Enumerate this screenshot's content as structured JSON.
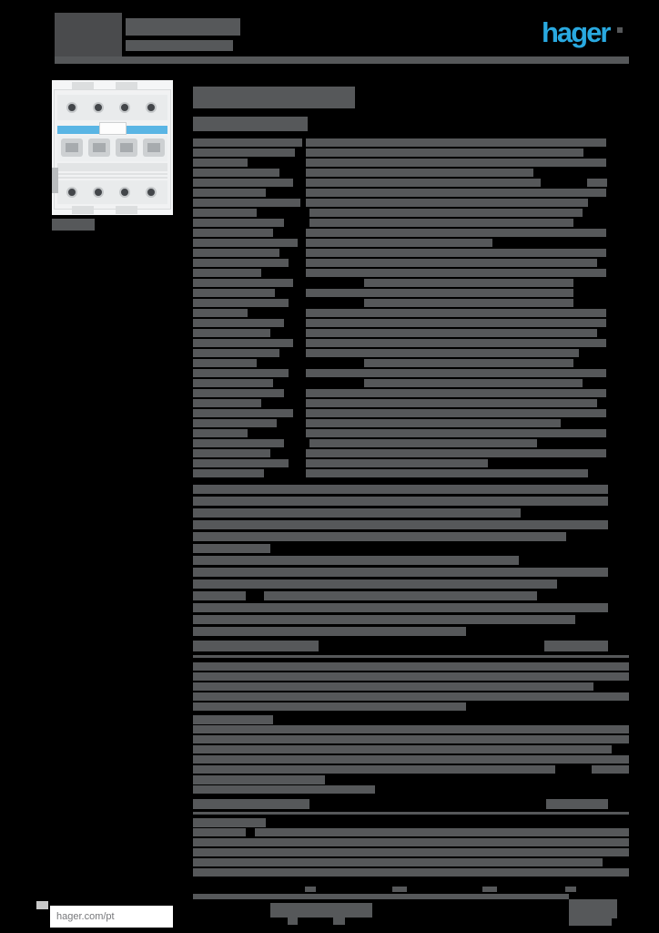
{
  "header": {
    "logo_text": "hager",
    "logo_color": "#29a9e0"
  },
  "footer": {
    "website": "hager.com/pt"
  },
  "palette": {
    "page_bg": "#000000",
    "redaction_gray": "#56585a",
    "redaction_dark": "#4a4b4d",
    "light_gray": "#c9c9c9",
    "white": "#ffffff",
    "shades": [
      "#56585a",
      "#4a4b4d",
      "#c9c9c9",
      "#ffffff"
    ]
  },
  "product_photo": {
    "description": "4-pole modular circuit breaker, white body, blue band, gray terminals"
  },
  "redactions": {
    "bars": [
      [
        60,
        14,
        74,
        50,
        1,
        "header-doc-block"
      ],
      [
        138,
        20,
        126,
        19,
        0,
        "header-title-bar"
      ],
      [
        138,
        44,
        118,
        12,
        0,
        "header-subtitle-bar"
      ],
      [
        60,
        62,
        631,
        8,
        0,
        "header-rule"
      ],
      [
        678,
        30,
        6,
        6,
        0
      ],
      [
        212,
        95,
        178,
        24,
        0,
        "page-title-bar"
      ],
      [
        212,
        128,
        126,
        16,
        0,
        "page-subtitle-bar"
      ],
      [
        57,
        240,
        47,
        13,
        0,
        "product-caption-bar"
      ],
      [
        212,
        152,
        120,
        9,
        0
      ],
      [
        336,
        152,
        330,
        9,
        0
      ],
      [
        212,
        163,
        112,
        9,
        0
      ],
      [
        336,
        163,
        305,
        9,
        0
      ],
      [
        212,
        174,
        60,
        9,
        0
      ],
      [
        336,
        174,
        330,
        9,
        0
      ],
      [
        212,
        185,
        95,
        9,
        0
      ],
      [
        336,
        185,
        250,
        9,
        0
      ],
      [
        212,
        196,
        110,
        9,
        0
      ],
      [
        336,
        196,
        258,
        9,
        0
      ],
      [
        645,
        196,
        22,
        9,
        0
      ],
      [
        212,
        207,
        80,
        9,
        0
      ],
      [
        336,
        207,
        330,
        9,
        0
      ],
      [
        212,
        218,
        118,
        9,
        0
      ],
      [
        336,
        218,
        310,
        9,
        0
      ],
      [
        212,
        229,
        70,
        9,
        0
      ],
      [
        340,
        229,
        300,
        9,
        0
      ],
      [
        212,
        240,
        100,
        9,
        0
      ],
      [
        340,
        240,
        290,
        9,
        0
      ],
      [
        212,
        251,
        88,
        9,
        0
      ],
      [
        336,
        251,
        330,
        9,
        0
      ],
      [
        212,
        262,
        115,
        9,
        0
      ],
      [
        336,
        262,
        205,
        9,
        0
      ],
      [
        212,
        273,
        95,
        9,
        0
      ],
      [
        336,
        273,
        330,
        9,
        0
      ],
      [
        212,
        284,
        105,
        9,
        0
      ],
      [
        336,
        284,
        320,
        9,
        0
      ],
      [
        212,
        295,
        75,
        9,
        0
      ],
      [
        336,
        295,
        330,
        9,
        0
      ],
      [
        212,
        306,
        110,
        9,
        0
      ],
      [
        400,
        306,
        230,
        9,
        0
      ],
      [
        212,
        317,
        90,
        9,
        0
      ],
      [
        336,
        317,
        294,
        9,
        0
      ],
      [
        212,
        328,
        105,
        9,
        0
      ],
      [
        400,
        328,
        230,
        9,
        0
      ],
      [
        212,
        339,
        60,
        9,
        0
      ],
      [
        336,
        339,
        330,
        9,
        0
      ],
      [
        212,
        350,
        100,
        9,
        0
      ],
      [
        336,
        350,
        330,
        9,
        0
      ],
      [
        212,
        361,
        85,
        9,
        0
      ],
      [
        336,
        361,
        320,
        9,
        0
      ],
      [
        212,
        372,
        110,
        9,
        0
      ],
      [
        336,
        372,
        330,
        9,
        0
      ],
      [
        212,
        383,
        95,
        9,
        0
      ],
      [
        336,
        383,
        300,
        9,
        0
      ],
      [
        212,
        394,
        70,
        9,
        0
      ],
      [
        400,
        394,
        230,
        9,
        0
      ],
      [
        212,
        405,
        105,
        9,
        0
      ],
      [
        336,
        405,
        330,
        9,
        0
      ],
      [
        212,
        416,
        88,
        9,
        0
      ],
      [
        400,
        416,
        240,
        9,
        0
      ],
      [
        212,
        427,
        100,
        9,
        0
      ],
      [
        336,
        427,
        330,
        9,
        0
      ],
      [
        212,
        438,
        75,
        9,
        0
      ],
      [
        336,
        438,
        320,
        9,
        0
      ],
      [
        212,
        449,
        110,
        9,
        0
      ],
      [
        336,
        449,
        330,
        9,
        0
      ],
      [
        212,
        460,
        92,
        9,
        0
      ],
      [
        336,
        460,
        280,
        9,
        0
      ],
      [
        212,
        471,
        60,
        9,
        0
      ],
      [
        336,
        471,
        330,
        9,
        0
      ],
      [
        212,
        482,
        100,
        9,
        0
      ],
      [
        340,
        482,
        250,
        9,
        0
      ],
      [
        212,
        493,
        85,
        9,
        0
      ],
      [
        336,
        493,
        330,
        9,
        0
      ],
      [
        212,
        504,
        105,
        9,
        0
      ],
      [
        336,
        504,
        200,
        9,
        0
      ],
      [
        212,
        515,
        78,
        9,
        0
      ],
      [
        336,
        515,
        310,
        9,
        0
      ],
      [
        212,
        532,
        80,
        10,
        0
      ],
      [
        290,
        532,
        378,
        10,
        0
      ],
      [
        212,
        545,
        62,
        10,
        0
      ],
      [
        272,
        545,
        396,
        10,
        0
      ],
      [
        212,
        558,
        95,
        10,
        0
      ],
      [
        272,
        558,
        300,
        10,
        0
      ],
      [
        212,
        571,
        70,
        10,
        0
      ],
      [
        272,
        571,
        396,
        10,
        0
      ],
      [
        212,
        584,
        105,
        10,
        0
      ],
      [
        272,
        584,
        350,
        10,
        0
      ],
      [
        212,
        597,
        85,
        10,
        0
      ],
      [
        212,
        610,
        115,
        10,
        0
      ],
      [
        290,
        610,
        280,
        10,
        0
      ],
      [
        212,
        623,
        75,
        10,
        0
      ],
      [
        272,
        623,
        396,
        10,
        0
      ],
      [
        212,
        636,
        100,
        10,
        0
      ],
      [
        272,
        636,
        340,
        10,
        0
      ],
      [
        212,
        649,
        58,
        10,
        0
      ],
      [
        290,
        649,
        300,
        10,
        0
      ],
      [
        212,
        662,
        456,
        10,
        0
      ],
      [
        212,
        675,
        420,
        10,
        0
      ],
      [
        212,
        688,
        300,
        10,
        0
      ],
      [
        212,
        703,
        138,
        12,
        0,
        "section-header-bar"
      ],
      [
        598,
        703,
        70,
        12,
        0
      ],
      [
        212,
        719,
        479,
        3,
        0,
        "section-rule"
      ],
      [
        212,
        727,
        479,
        9,
        0
      ],
      [
        212,
        738,
        479,
        9,
        0
      ],
      [
        212,
        749,
        440,
        9,
        0
      ],
      [
        212,
        760,
        479,
        9,
        0
      ],
      [
        212,
        771,
        300,
        9,
        0
      ],
      [
        212,
        785,
        88,
        10,
        0
      ],
      [
        212,
        796,
        479,
        9,
        0
      ],
      [
        212,
        807,
        479,
        9,
        0
      ],
      [
        212,
        818,
        460,
        9,
        0
      ],
      [
        212,
        829,
        479,
        9,
        0
      ],
      [
        212,
        840,
        398,
        9,
        0
      ],
      [
        650,
        840,
        41,
        9,
        0
      ],
      [
        212,
        851,
        145,
        10,
        0
      ],
      [
        212,
        862,
        200,
        9,
        0
      ],
      [
        212,
        877,
        128,
        11,
        0,
        "section-header-bar"
      ],
      [
        600,
        877,
        68,
        11,
        0
      ],
      [
        212,
        891,
        479,
        3,
        0,
        "section-rule"
      ],
      [
        212,
        898,
        80,
        10,
        0
      ],
      [
        212,
        909,
        58,
        9,
        0
      ],
      [
        280,
        909,
        411,
        9,
        0
      ],
      [
        212,
        920,
        479,
        9,
        0
      ],
      [
        212,
        931,
        479,
        9,
        0
      ],
      [
        212,
        942,
        450,
        9,
        0
      ],
      [
        212,
        953,
        479,
        9,
        0
      ],
      [
        335,
        973,
        12,
        6,
        0
      ],
      [
        431,
        973,
        16,
        6,
        0
      ],
      [
        530,
        973,
        16,
        6,
        0
      ],
      [
        621,
        973,
        12,
        6,
        0
      ],
      [
        212,
        981,
        413,
        6,
        0,
        "footer-top-rule"
      ],
      [
        40,
        989,
        13,
        9,
        2
      ],
      [
        297,
        991,
        112,
        16,
        0,
        "footer-signature"
      ],
      [
        316,
        1007,
        11,
        8,
        0
      ],
      [
        366,
        1007,
        13,
        8,
        0
      ],
      [
        625,
        987,
        53,
        21,
        0,
        "footer-logo-block"
      ],
      [
        625,
        1008,
        47,
        8,
        0
      ]
    ]
  }
}
